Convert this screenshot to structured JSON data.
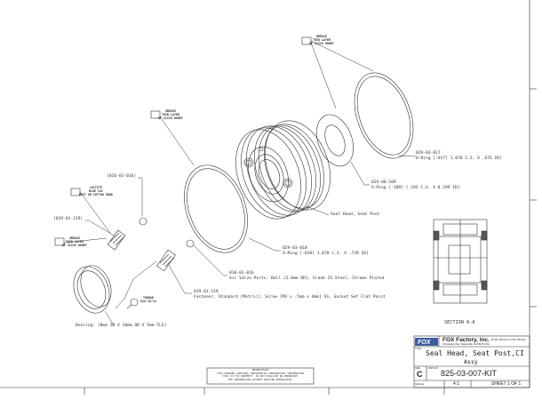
{
  "callouts": {
    "grease1": [
      "GREASE",
      "THIN LAYER",
      "OF SLICK HONEY"
    ],
    "grease2": [
      "GREASE",
      "THIN LAYER",
      "OF SLICK HONEY"
    ],
    "grease3": [
      "GREASE",
      "THIN LAYER",
      "OF SLICK HONEY"
    ],
    "loctite": [
      "LOCTITE",
      "BLUE 242",
      "WAIT ON COTTON SWAB"
    ],
    "torque": [
      "TORQUE",
      "6in-lb-lb"
    ]
  },
  "parts": {
    "oring_017": {
      "number": "029-03-017",
      "desc": "O-Ring [-017] 1.070 C.S. X .676 ID]"
    },
    "oring_109": {
      "number": "029-08-109",
      "desc": "O-Ring [-109] [.103 C.S. X 0.299 ID]"
    },
    "seal_head": {
      "desc": "Seal Head, Seat Post"
    },
    "oring_018": {
      "number": "029-03-018",
      "desc": "O-Ring [-018] 1.070 C.S. X .739 ID]"
    },
    "ball": {
      "number": "010-01-016",
      "desc": "Air Valve Parts: Ball [2.0mm OD], Grade 25 Steel, Chrome Plated"
    },
    "screw": {
      "number": "019-01-119",
      "desc": "Fastener, Standard [Metric]: Screw [M3 x .5mm x 4mm] SS, Socket Set Flat Point"
    },
    "bearing": {
      "desc": "Bearing: [8mm ID X 10mm OD X 5mm TLG]"
    }
  },
  "refs": {
    "ref_ball": "(010-01-016)",
    "ref_screw": "(019-01-119)"
  },
  "section": {
    "label": "SECTION A-A"
  },
  "title_block": {
    "company": "FOX Factory, Inc.",
    "address": "130 Hangar Way, Watsonville, CA 95076 USA",
    "phone": "Ph 831-768-1100 / Fx 831-768-9312",
    "title_label": "TITLE",
    "title_line1": "Seal Head, Seat Post,CI",
    "title_line2": "Assy",
    "size_label": "SIZE",
    "dwg_label": "DWG NO",
    "size": "C",
    "drawing_number": "825-03-007-KIT",
    "scale_label": "SCALE",
    "scale": "4:1",
    "sheet": "SHEET 1 OF 1"
  },
  "proprietary_notice": [
    "PROPRIETARY",
    "THIS DRAWING CONTAINS CONFIDENTIAL PROPRIETARY INFORMATION",
    "THAT IS FOX PROPERTY. DO NOT DISCLOSE OR REPRODUCE",
    "THE INFORMATION WITHOUT WRITTEN PERMISSION."
  ],
  "colors": {
    "line": "#333333",
    "logo_blue": "#3d5b9e"
  }
}
